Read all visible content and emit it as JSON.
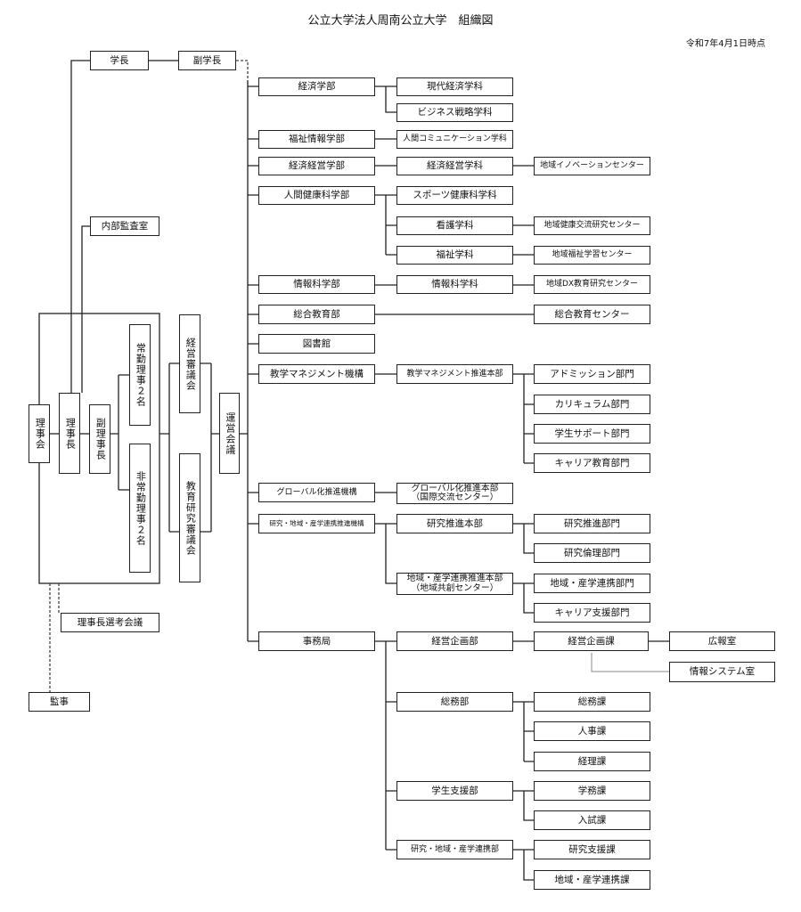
{
  "title": "公立大学法人周南公立大学　組織図",
  "date": "令和7年4月1日時点",
  "nodes": {
    "gakucho": "学長",
    "fukugakucho": "副学長",
    "naibu": "内部監査室",
    "rijikai": "理事会",
    "rijicho": "理事長",
    "fukurijicho": "副理事長",
    "joukin": "常勤理事２名",
    "hijoukin": "非常勤理事２名",
    "keiei_shingikai": "経営審議会",
    "kyouiku_shingikai": "教育研究審議会",
    "unei": "運営会議",
    "senkou": "理事長選考会議",
    "kanji": "監事",
    "keizai_gakubu": "経済学部",
    "gendai": "現代経済学科",
    "business": "ビジネス戦略学科",
    "fukushi_joho": "福祉情報学部",
    "ningen_comm": "人間コミュニケーション学科",
    "keizai_keiei": "経済経営学部",
    "keizai_keiei_ka": "経済経営学科",
    "chiiki_innov": "地域イノベーションセンター",
    "ningen_kenko": "人間健康科学部",
    "sports": "スポーツ健康科学科",
    "kango": "看護学科",
    "kenko_koryu": "地域健康交流研究センター",
    "fukushi_ka": "福祉学科",
    "fukushi_gakushu": "地域福祉学習センター",
    "joho_gakubu": "情報科学部",
    "joho_ka": "情報科学科",
    "dx": "地域DX教育研究センター",
    "sogo_bu": "総合教育部",
    "sogo_center": "総合教育センター",
    "toshokan": "図書館",
    "kyogaku_kiko": "教学マネジメント機構",
    "kyogaku_honbu": "教学マネジメント推進本部",
    "admission": "アドミッション部門",
    "curriculum": "カリキュラム部門",
    "gakusei_support": "学生サポート部門",
    "career_edu": "キャリア教育部門",
    "global_kiko": "グローバル化推進機構",
    "global_honbu": "グローバル化推進本部\n（国際交流センター）",
    "kenkyu_kiko": "研究・地域・産学連携推進機構",
    "kenkyu_honbu": "研究推進本部",
    "kenkyu_suishin": "研究推進部門",
    "kenkyu_rinri": "研究倫理部門",
    "chiiki_honbu": "地域・産学連携推進本部\n（地域共創センター）",
    "chiiki_bumon": "地域・産学連携部門",
    "career_shien": "キャリア支援部門",
    "jimukyoku": "事務局",
    "keiei_kikaku_bu": "経営企画部",
    "keiei_kikaku_ka": "経営企画課",
    "koho": "広報室",
    "joho_system": "情報システム室",
    "somu_bu": "総務部",
    "somu_ka": "総務課",
    "jinji": "人事課",
    "keiri": "経理課",
    "gakusei_bu": "学生支援部",
    "gakumu": "学務課",
    "nyushi": "入試課",
    "renkei_bu": "研究・地域・産学連携部",
    "kenkyu_shien_ka": "研究支援課",
    "chiiki_renkei_ka": "地域・産学連携課"
  }
}
